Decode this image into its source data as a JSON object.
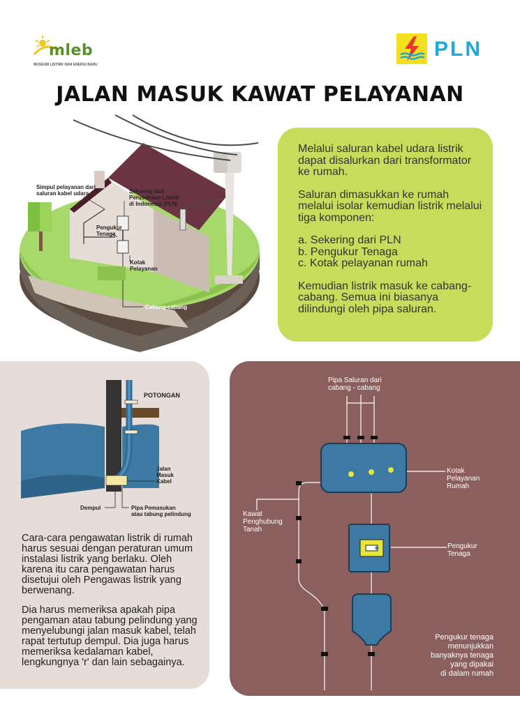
{
  "header": {
    "mleb_logo_text": "mleb",
    "mleb_subtitle": "MUSEUM LISTRIK DAN ENERGI BARU",
    "pln_text": "PLN"
  },
  "title": "JALAN MASUK KAWAT PELAYANAN",
  "house_labels": {
    "simpul": [
      "Simpul pelayanan dari",
      "saluran kabel udara"
    ],
    "sekering": [
      "Sekering dari",
      "Perusahaan Listrik",
      "di Indonesia (PLN)"
    ],
    "pengukur": [
      "Pengukur",
      "Tenaga"
    ],
    "kotak": [
      "Kotak",
      "Pelayanan"
    ],
    "cabang": "Cabang-cabang"
  },
  "green_panel": {
    "p1": "Melalui saluran kabel udara listrik dapat disalurkan dari transformator ke rumah.",
    "p2": "Saluran dimasukkan ke rumah melalui isolar kemudian listrik melalui tiga komponen:",
    "items": [
      "a. Sekering dari PLN",
      "b. Pengukur Tenaga",
      "c. Kotak pelayanan rumah"
    ],
    "p3": "Kemudian listrik masuk ke cabang-cabang. Semua ini biasanya dilindungi oleh pipa saluran."
  },
  "cross_section": {
    "potongan": "POTONGAN",
    "jalan": [
      "Jalan",
      "Masuk",
      "Kabel"
    ],
    "dempul": "Dempul",
    "pipa": [
      "Pipa Pemasukan",
      "atau tabung pelindung"
    ]
  },
  "pink_panel": {
    "p1": "Cara-cara pengawatan listrik di rumah harus sesuai dengan peraturan umum instalasi listrik yang berlaku. Oleh karena itu cara pengawatan harus disetujui oleh Pengawas listrik yang berwenang.",
    "p2": "Dia harus memeriksa apakah pipa pengaman atau tabung pelindung yang menyelubungi jalan masuk kabel, telah rapat tertutup dempul. Dia juga harus memeriksa kedalaman kabel, lengkungnya 'r' dan lain sebagainya."
  },
  "diagram": {
    "pipa_saluran": [
      "Pipa Saluran dari",
      "cabang - cabang"
    ],
    "kotak": [
      "Kotak",
      "Pelayanan",
      "Rumah"
    ],
    "kawat": [
      "Kawat",
      "Penghubung",
      "Tanah"
    ],
    "pengukur": [
      "Pengukur",
      "Tenaga"
    ],
    "note": [
      "Pengukur tenaga",
      "menunjukkan",
      "banyaknya tenaga",
      "yang dipakai",
      "di dalam rumah"
    ]
  },
  "colors": {
    "green_panel": "#c8dc5b",
    "pink_panel": "#e6dcd8",
    "brown_panel": "#8a5f5e",
    "blue_device": "#3d7aa3",
    "roof": "#6b3442",
    "pln_blue": "#1fa9d8",
    "pln_yellow": "#f4e01f"
  }
}
